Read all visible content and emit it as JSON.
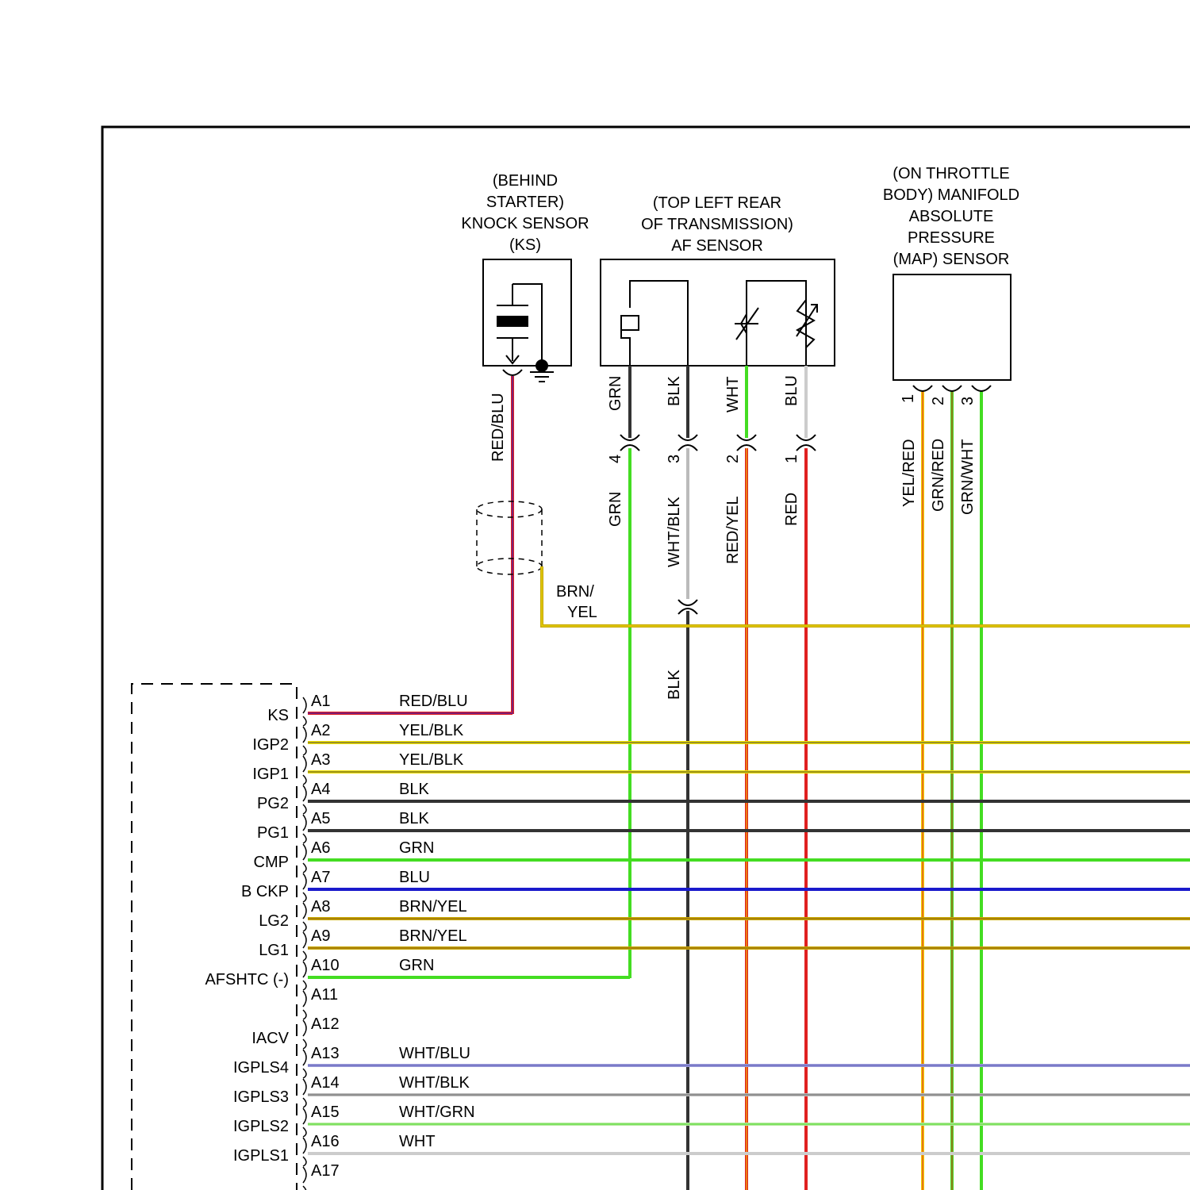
{
  "sensors": {
    "knock": {
      "lines": [
        "(BEHIND",
        "STARTER)",
        "KNOCK SENSOR",
        "(KS)"
      ],
      "wire_color": "RED/BLU"
    },
    "af": {
      "lines": [
        "(TOP LEFT REAR",
        "OF TRANSMISSION)",
        "AF SENSOR"
      ],
      "top_wires": [
        "GRN",
        "BLK",
        "WHT",
        "BLU"
      ],
      "pins": [
        "4",
        "3",
        "2",
        "1"
      ],
      "harness_wires": [
        "GRN",
        "WHT/BLK",
        "RED/YEL",
        "RED"
      ],
      "lower_wire": "BLK"
    },
    "map": {
      "lines": [
        "(ON THROTTLE",
        "BODY) MANIFOLD",
        "ABSOLUTE",
        "PRESSURE",
        "(MAP) SENSOR"
      ],
      "pins": [
        "1",
        "2",
        "3"
      ],
      "wires": [
        "YEL/RED",
        "GRN/RED",
        "GRN/WHT"
      ]
    }
  },
  "shield_wire": [
    "BRN/",
    "YEL"
  ],
  "ecm": {
    "terminals": [
      {
        "pin": "A1",
        "name": "KS",
        "wire": "RED/BLU"
      },
      {
        "pin": "A2",
        "name": "IGP2",
        "wire": "YEL/BLK"
      },
      {
        "pin": "A3",
        "name": "IGP1",
        "wire": "YEL/BLK"
      },
      {
        "pin": "A4",
        "name": "PG2",
        "wire": "BLK"
      },
      {
        "pin": "A5",
        "name": "PG1",
        "wire": "BLK"
      },
      {
        "pin": "A6",
        "name": "CMP",
        "wire": "GRN"
      },
      {
        "pin": "A7",
        "name": "B CKP",
        "wire": "BLU"
      },
      {
        "pin": "A8",
        "name": "LG2",
        "wire": "BRN/YEL"
      },
      {
        "pin": "A9",
        "name": "LG1",
        "wire": "BRN/YEL"
      },
      {
        "pin": "A10",
        "name": "AFSHTC (-)",
        "wire": "GRN"
      },
      {
        "pin": "A11",
        "name": "",
        "wire": ""
      },
      {
        "pin": "A12",
        "name": "IACV",
        "wire": ""
      },
      {
        "pin": "A13",
        "name": "IGPLS4",
        "wire": "WHT/BLU"
      },
      {
        "pin": "A14",
        "name": "IGPLS3",
        "wire": "WHT/BLK"
      },
      {
        "pin": "A15",
        "name": "IGPLS2",
        "wire": "WHT/GRN"
      },
      {
        "pin": "A16",
        "name": "IGPLS1",
        "wire": "WHT"
      },
      {
        "pin": "A17",
        "name": "",
        "wire": ""
      }
    ]
  },
  "colors": {
    "RED": "#e02020",
    "YEL": "#f0e000",
    "GRN": "#44dd22",
    "BLK": "#333333",
    "BLU": "#1a1acc",
    "BRN": "#8a5a10",
    "WHT": "#cccccc",
    "GOLD": "#c8a800"
  }
}
